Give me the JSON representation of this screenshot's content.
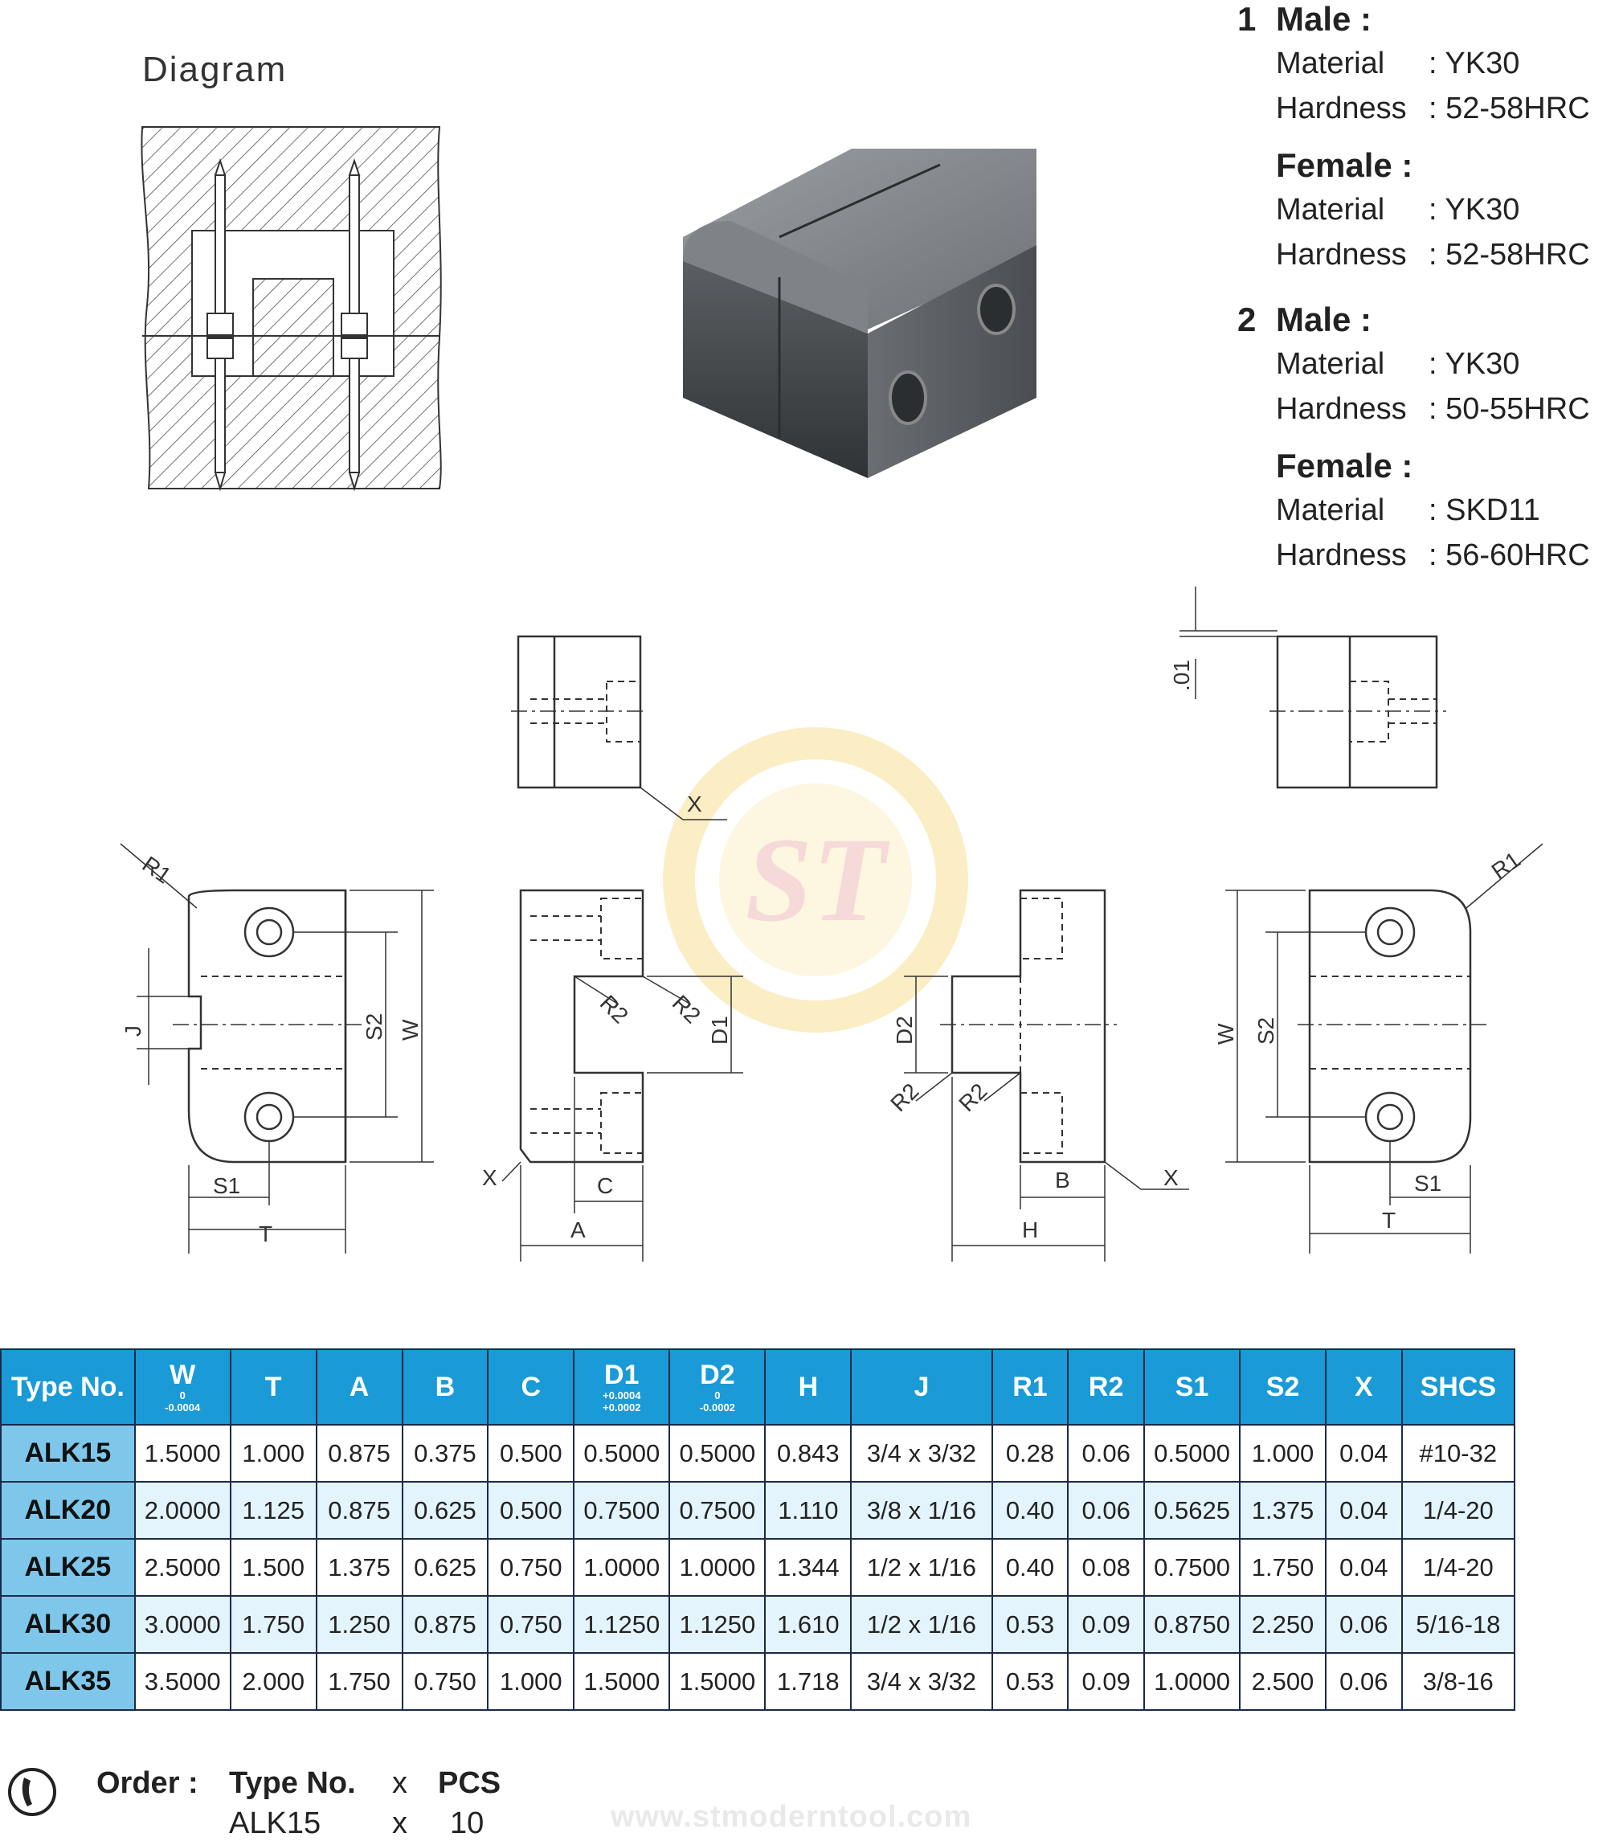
{
  "diagram_title": "Diagram",
  "specs": {
    "group1": {
      "number": "1",
      "male": {
        "label": "Male :",
        "material_label": "Material",
        "material_value": ": YK30",
        "hardness_label": "Hardness",
        "hardness_value": ": 52-58HRC"
      },
      "female": {
        "label": "Female :",
        "material_label": "Material",
        "material_value": ": YK30",
        "hardness_label": "Hardness",
        "hardness_value": ": 52-58HRC"
      }
    },
    "group2": {
      "number": "2",
      "male": {
        "label": "Male :",
        "material_label": "Material",
        "material_value": ": YK30",
        "hardness_label": "Hardness",
        "hardness_value": ": 50-55HRC"
      },
      "female": {
        "label": "Female :",
        "material_label": "Material",
        "material_value": ": SKD11",
        "hardness_label": "Hardness",
        "hardness_value": ": 56-60HRC"
      }
    }
  },
  "drawing_labels": {
    "x": "X",
    "r1": "R1",
    "r2": "R2",
    "j": "J",
    "s1": "S1",
    "s2": "S2",
    "w": "W",
    "t": "T",
    "a": "A",
    "b": "B",
    "c": "C",
    "d1": "D1",
    "d2": "D2",
    "h": "H",
    "gap": ".01"
  },
  "watermark": "ST",
  "table": {
    "headers": [
      {
        "label": "Type  No.",
        "sub1": "",
        "sub2": ""
      },
      {
        "label": "W",
        "sub1": "0",
        "sub2": "-0.0004"
      },
      {
        "label": "T",
        "sub1": "",
        "sub2": ""
      },
      {
        "label": "A",
        "sub1": "",
        "sub2": ""
      },
      {
        "label": "B",
        "sub1": "",
        "sub2": ""
      },
      {
        "label": "C",
        "sub1": "",
        "sub2": ""
      },
      {
        "label": "D1",
        "sub1": "+0.0004",
        "sub2": "+0.0002"
      },
      {
        "label": "D2",
        "sub1": "0",
        "sub2": "-0.0002"
      },
      {
        "label": "H",
        "sub1": "",
        "sub2": ""
      },
      {
        "label": "J",
        "sub1": "",
        "sub2": ""
      },
      {
        "label": "R1",
        "sub1": "",
        "sub2": ""
      },
      {
        "label": "R2",
        "sub1": "",
        "sub2": ""
      },
      {
        "label": "S1",
        "sub1": "",
        "sub2": ""
      },
      {
        "label": "S2",
        "sub1": "",
        "sub2": ""
      },
      {
        "label": "X",
        "sub1": "",
        "sub2": ""
      },
      {
        "label": "SHCS",
        "sub1": "",
        "sub2": ""
      }
    ],
    "rows": [
      [
        "ALK15",
        "1.5000",
        "1.000",
        "0.875",
        "0.375",
        "0.500",
        "0.5000",
        "0.5000",
        "0.843",
        "3/4 x 3/32",
        "0.28",
        "0.06",
        "0.5000",
        "1.000",
        "0.04",
        "#10-32"
      ],
      [
        "ALK20",
        "2.0000",
        "1.125",
        "0.875",
        "0.625",
        "0.500",
        "0.7500",
        "0.7500",
        "1.110",
        "3/8 x 1/16",
        "0.40",
        "0.06",
        "0.5625",
        "1.375",
        "0.04",
        "1/4-20"
      ],
      [
        "ALK25",
        "2.5000",
        "1.500",
        "1.375",
        "0.625",
        "0.750",
        "1.0000",
        "1.0000",
        "1.344",
        "1/2 x 1/16",
        "0.40",
        "0.08",
        "0.7500",
        "1.750",
        "0.04",
        "1/4-20"
      ],
      [
        "ALK30",
        "3.0000",
        "1.750",
        "1.250",
        "0.875",
        "0.750",
        "1.1250",
        "1.1250",
        "1.610",
        "1/2 x 1/16",
        "0.53",
        "0.09",
        "0.8750",
        "2.250",
        "0.06",
        "5/16-18"
      ],
      [
        "ALK35",
        "3.5000",
        "2.000",
        "1.750",
        "0.750",
        "1.000",
        "1.5000",
        "1.5000",
        "1.718",
        "3/4 x 3/32",
        "0.53",
        "0.09",
        "1.0000",
        "2.500",
        "0.06",
        "3/8-16"
      ]
    ]
  },
  "order": {
    "label": "Order :",
    "col1_header": "Type No.",
    "x_header": "x",
    "col2_header": "PCS",
    "example_type": "ALK15",
    "example_x": "x",
    "example_pcs": "10"
  },
  "website": "www.stmoderntool.com"
}
